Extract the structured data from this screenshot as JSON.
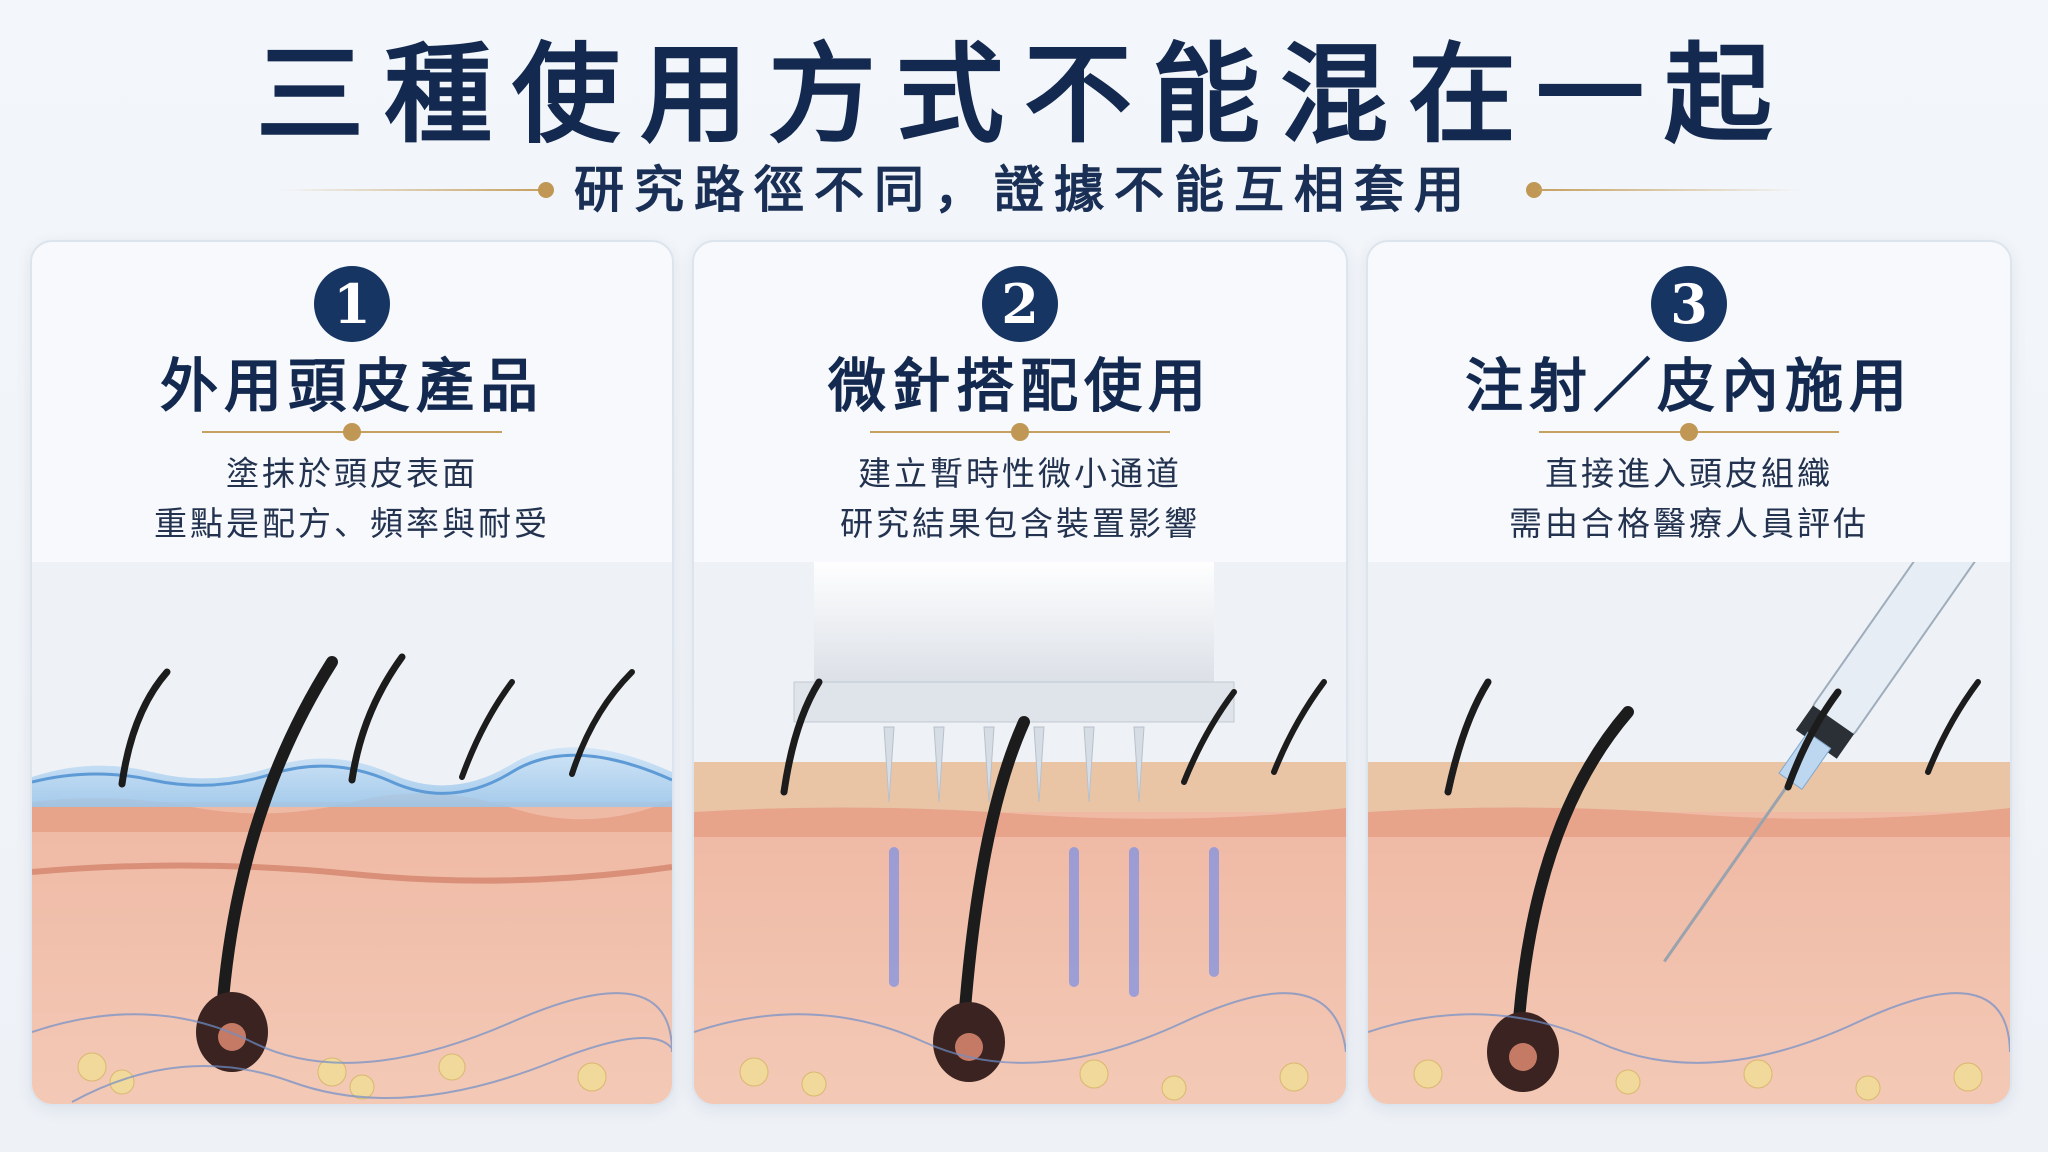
{
  "header": {
    "title": "三種使用方式不能混在一起",
    "subtitle": "研究路徑不同，證據不能互相套用"
  },
  "cards": [
    {
      "number": "1",
      "title": "外用頭皮產品",
      "lines": [
        "塗抹於頭皮表面",
        "重點是配方、頻率與耐受"
      ],
      "illustration": "topical-skin-illustration"
    },
    {
      "number": "2",
      "title": "微針搭配使用",
      "lines": [
        "建立暫時性微小通道",
        "研究結果包含裝置影響"
      ],
      "illustration": "microneedle-skin-illustration"
    },
    {
      "number": "3",
      "title": "注射／皮內施用",
      "lines": [
        "直接進入頭皮組織",
        "需由合格醫療人員評估"
      ],
      "illustration": "injection-skin-illustration"
    }
  ],
  "colors": {
    "navy": "#13294f",
    "gold": "#c6a05e",
    "skin": "#f1c2ad"
  }
}
